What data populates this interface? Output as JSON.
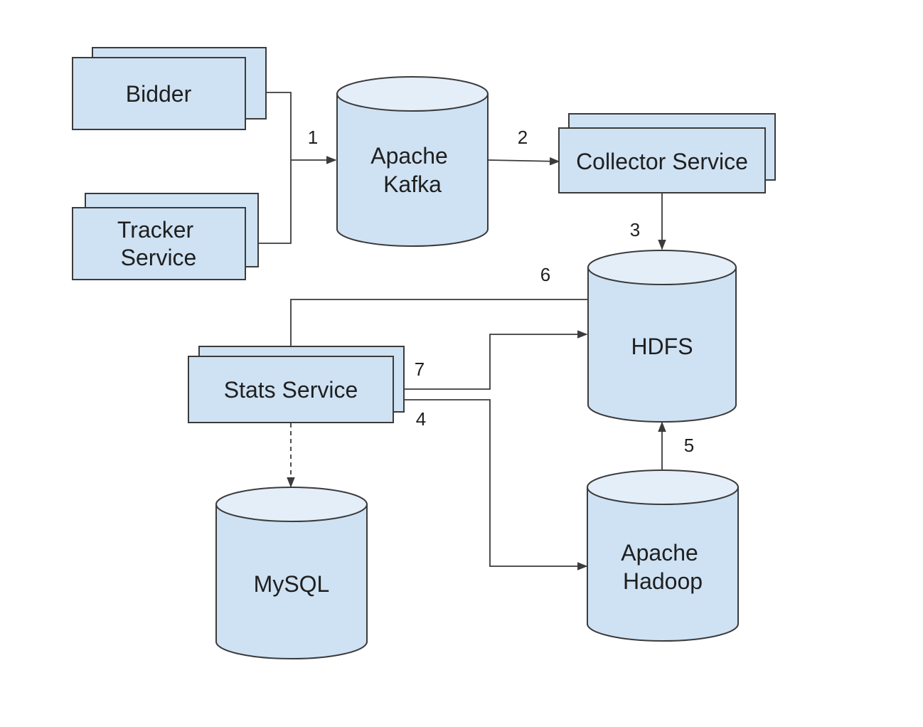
{
  "nodes": {
    "bidder": {
      "label_lines": [
        "Bidder"
      ]
    },
    "tracker": {
      "label_lines": [
        "Tracker",
        "Service"
      ]
    },
    "kafka": {
      "label_lines": [
        "Apache",
        "Kafka"
      ]
    },
    "collector": {
      "label_lines": [
        "Collector Service"
      ]
    },
    "hdfs": {
      "label_lines": [
        "HDFS"
      ]
    },
    "stats": {
      "label_lines": [
        "Stats Service"
      ]
    },
    "mysql": {
      "label_lines": [
        "MySQL"
      ]
    },
    "hadoop": {
      "label_lines": [
        "Apache",
        "Hadoop"
      ]
    }
  },
  "edges": {
    "e1": {
      "label": "1"
    },
    "e2": {
      "label": "2"
    },
    "e3": {
      "label": "3"
    },
    "e4": {
      "label": "4"
    },
    "e5": {
      "label": "5"
    },
    "e6": {
      "label": "6"
    },
    "e7": {
      "label": "7"
    }
  },
  "colors": {
    "node_fill": "#cfe2f3",
    "cylinder_top": "#e4eef8",
    "stroke": "#3b3b3b"
  }
}
